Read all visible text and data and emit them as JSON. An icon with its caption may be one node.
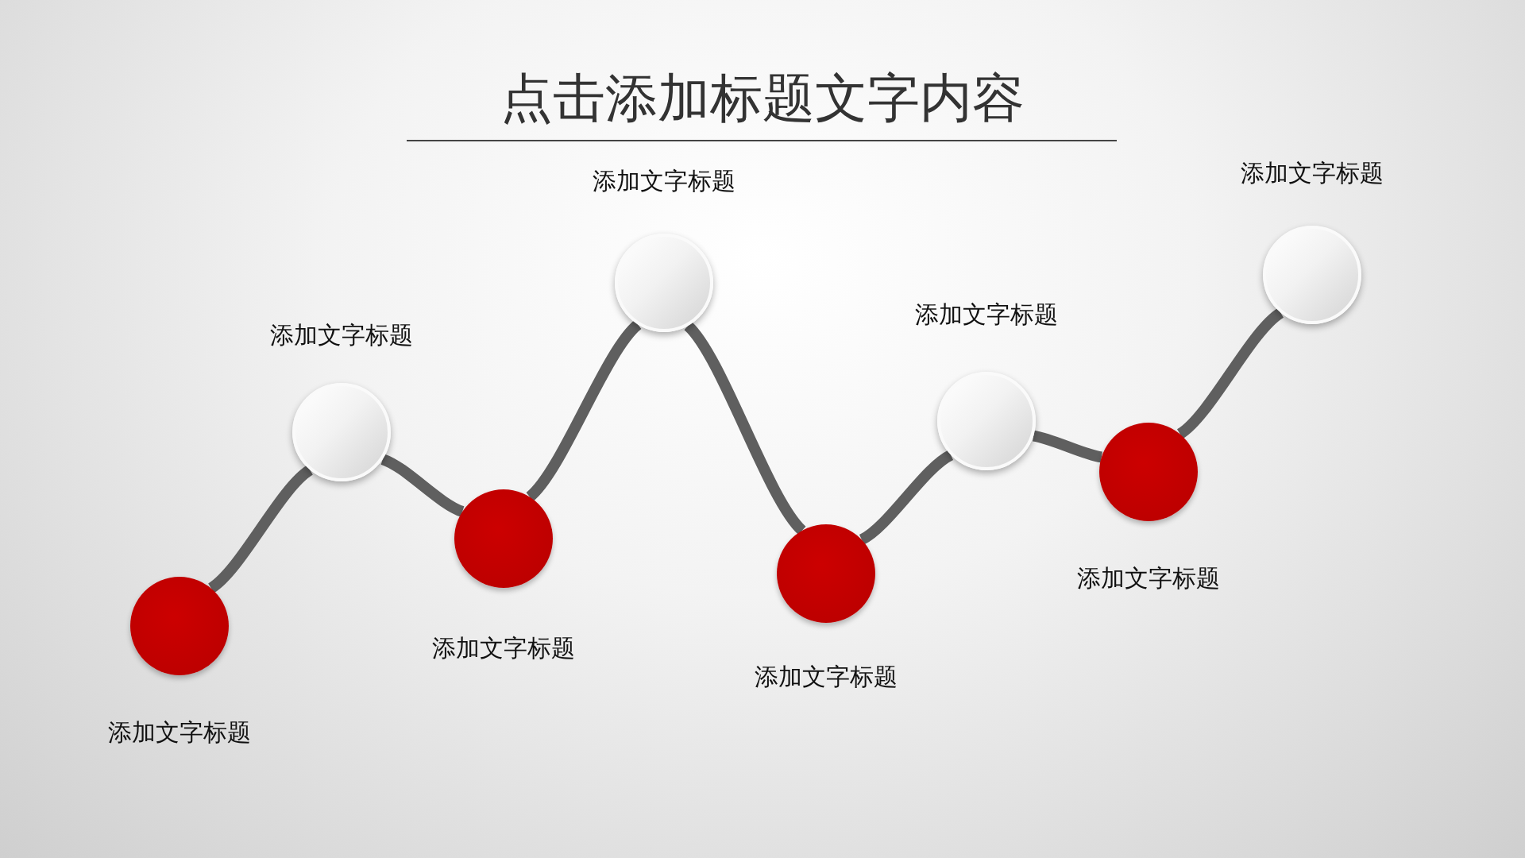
{
  "diagram": {
    "title": "点击添加标题文字内容",
    "nodes": [
      {
        "text": [],
        "shape": "circle",
        "beside": [
          "添加文字标题"
        ]
      },
      {
        "text": [],
        "shape": "circle",
        "beside": [
          "添加文字标题"
        ]
      },
      {
        "text": [],
        "shape": "circle",
        "beside": [
          "添加文字标题"
        ]
      },
      {
        "text": [],
        "shape": "circle",
        "beside": [
          "添加文字标题"
        ]
      },
      {
        "text": [],
        "shape": "circle",
        "beside": [
          "添加文字标题"
        ]
      },
      {
        "text": [],
        "shape": "circle",
        "beside": [
          "添加文字标题"
        ]
      },
      {
        "text": [],
        "shape": "circle",
        "beside": [
          "添加文字标题"
        ]
      },
      {
        "text": [],
        "shape": "circle",
        "beside": [
          "添加文字标题"
        ]
      }
    ],
    "edges": [
      {
        "from": 0,
        "to": 1,
        "arrow": "none"
      },
      {
        "from": 1,
        "to": 2,
        "arrow": "none"
      },
      {
        "from": 2,
        "to": 3,
        "arrow": "none"
      },
      {
        "from": 3,
        "to": 4,
        "arrow": "none"
      },
      {
        "from": 4,
        "to": 5,
        "arrow": "none"
      },
      {
        "from": 5,
        "to": 6,
        "arrow": "none"
      },
      {
        "from": 6,
        "to": 7,
        "arrow": "none"
      }
    ]
  }
}
